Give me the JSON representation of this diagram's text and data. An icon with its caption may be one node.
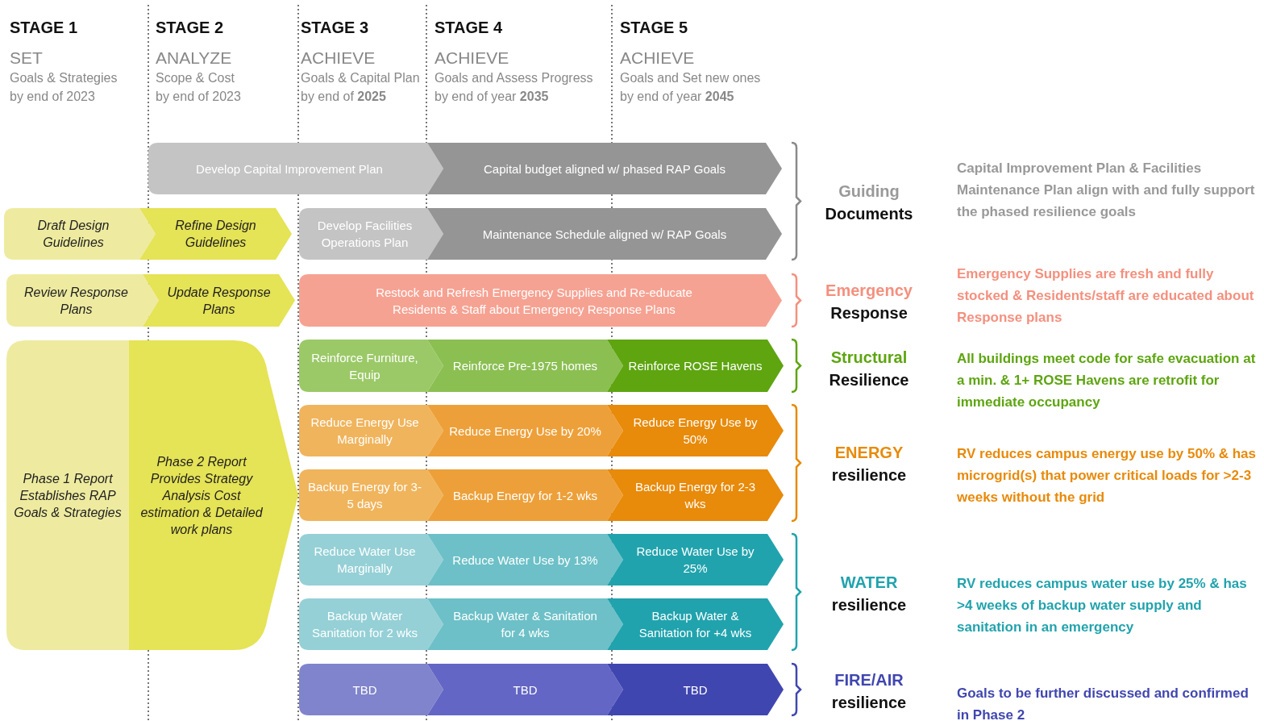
{
  "diagram": {
    "nodes": [
      {
        "text": [
          "Develop Capital Improvement Plan"
        ]
      },
      {
        "text": [
          "Capital budget aligned w/ phased RAP Goals"
        ]
      },
      {
        "text": [
          "Draft Design Guidelines"
        ]
      },
      {
        "text": [
          "Refine Design Guidelines"
        ]
      },
      {
        "text": [
          "Develop Facilities Operations Plan"
        ]
      },
      {
        "text": [
          "Maintenance Schedule aligned w/ RAP Goals"
        ]
      },
      {
        "text": [
          "Review Response Plans"
        ]
      },
      {
        "text": [
          "Update Response Plans"
        ]
      },
      {
        "text": [
          "Restock and Refresh Emergency Supplies and Re-educate Residents & Staff about Emergency Response Plans"
        ]
      },
      {
        "text": [
          "Phase 1 Report Establishes RAP Goals & Strategies"
        ]
      },
      {
        "text": [
          "Phase 2 Report Provides Strategy Analysis Cost estimation & Detailed work plans"
        ]
      },
      {
        "text": [
          "Reinforce Furniture, Equip"
        ]
      },
      {
        "text": [
          "Reinforce Pre-1975 homes"
        ]
      },
      {
        "text": [
          "Reinforce ROSE Havens"
        ]
      },
      {
        "text": [
          "Reduce Energy Use Marginally"
        ]
      },
      {
        "text": [
          "Reduce Energy Use by 20%"
        ]
      },
      {
        "text": [
          "Reduce Energy Use by 50%"
        ]
      },
      {
        "text": [
          "Backup Energy for 3-5 days"
        ]
      },
      {
        "text": [
          "Backup Energy for 1-2 wks"
        ]
      },
      {
        "text": [
          "Backup Energy for 2-3 wks"
        ]
      },
      {
        "text": [
          "Reduce Water Use Marginally"
        ]
      },
      {
        "text": [
          "Reduce Water Use by 13%"
        ]
      },
      {
        "text": [
          "Reduce Water Use by 25%"
        ]
      },
      {
        "text": [
          "Backup Water Sanitation for 2 wks"
        ]
      },
      {
        "text": [
          "Backup Water & Sanitation for 4 wks"
        ]
      },
      {
        "text": [
          "Backup Water & Sanitation for +4 wks"
        ]
      },
      {
        "text": [
          "TBD"
        ]
      },
      {
        "text": [
          "TBD"
        ]
      },
      {
        "text": [
          "TBD"
        ]
      }
    ],
    "labels": [
      "STAGE 1",
      "SET",
      "Goals & Strategies",
      "by end of 2023",
      "STAGE 2",
      "ANALYZE",
      "Scope & Cost",
      "by end of 2023",
      "STAGE 3",
      "ACHIEVE",
      "Goals & Capital Plan",
      "by end of **2025**",
      "STAGE 4",
      "ACHIEVE",
      "Goals and Assess Progress",
      "by end of year **2035**",
      "STAGE 5",
      "ACHIEVE",
      "Goals and Set new ones",
      "by end of year **2045**",
      "Guiding",
      "Documents",
      "Capital Improvement Plan & Facilities Maintenance Plan align with and fully support the phased resilience goals",
      "Emergency",
      "Response",
      "Emergency Supplies are fresh and fully stocked & Residents/staff are educated about Response plans",
      "Structural",
      "Resilience",
      "All buildings meet code for safe evacuation at a min. & 1+ ROSE Havens are retrofit for immediate occupancy",
      "ENERGY",
      "resilience",
      "RV reduces campus energy use by 50% & has microgrid(s) that power critical loads for >2-3 weeks without the grid",
      "WATER",
      "resilience",
      "RV reduces campus water use by 25% & has >4 weeks of backup water supply and sanitation in an emergency",
      "FIRE/AIR",
      "resilience",
      "Goals to be further discussed and confirmed in Phase 2"
    ]
  }
}
